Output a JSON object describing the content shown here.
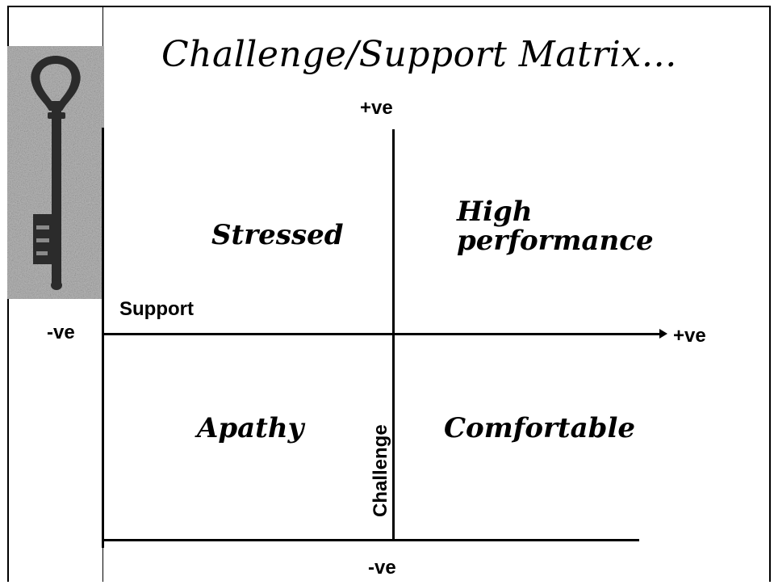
{
  "title": "Challenge/Support Matrix…",
  "axes": {
    "vertical_top": "+ve",
    "vertical_bottom": "-ve",
    "horizontal_left": "-ve",
    "horizontal_right": "+ve",
    "support_label": "Support",
    "challenge_label": "Challenge"
  },
  "quadrants": {
    "top_left": "Stressed",
    "top_right_line1": "High",
    "top_right_line2": "performance",
    "bottom_left": "Apathy",
    "bottom_right": "Comfortable"
  },
  "colors": {
    "ink": "#000000",
    "background": "#ffffff",
    "photo_base": "#9a9a9a",
    "key_metal": "#2b2b2b"
  },
  "icons": {
    "sidebar_image": "old-key-icon"
  }
}
